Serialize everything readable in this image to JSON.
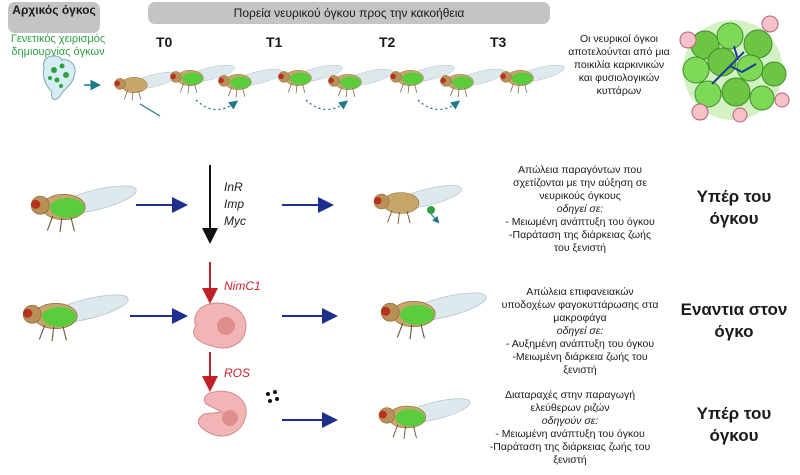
{
  "header": {
    "original_tumor": "Αρχικός όγκος",
    "progression": "Πορεία νευρικού όγκου προς την κακοήθεια",
    "genetic_manipulation": "Γενετικός χειρισμός δημιουργίας όγκων",
    "timepoints": [
      "T0",
      "T1",
      "T2",
      "T3"
    ]
  },
  "tumor_note": "Οι νευρικοί όγκοι αποτελούνται από μια ποικιλία καρκινικών και φυσιολογικών κυττάρων",
  "rows": [
    {
      "genes": [
        "InR",
        "Imp",
        "Myc"
      ],
      "desc_line1": "Απώλεια παραγόντων που σχετίζονται με την αύξηση σε νευρικούς όγκους",
      "desc_leads": "οδηγεί σε:",
      "desc_point1": "- Μειωμένη ανάπτυξη του όγκου",
      "desc_point2": "-Παράταση της διάρκειας ζωής του ξενιστή",
      "verdict": "Υπέρ του όγκου"
    },
    {
      "gene": "NimC1",
      "desc_line1": "Απώλεια επιφανειακών υποδοχέων φαγοκυττάρωσης στα μακροφάγα",
      "desc_leads": "οδηγεί σε:",
      "desc_point1": "- Αυξημένη ανάπτυξη του όγκου",
      "desc_point2": "-Μειωμένη διάρκεια ζωής του ξενιστή",
      "verdict": "Εναντια στον όγκο"
    },
    {
      "gene": "ROS",
      "desc_line1": "Διαταραχές στην παραγωγή ελεύθερων ριζών",
      "desc_leads": "οδηγούν σε:",
      "desc_point1": "- Μειωμένη ανάπτυξη του όγκου",
      "desc_point2": "-Παράταση της διάρκειας ζωής του ξενιστή",
      "verdict": "Υπέρ του όγκου"
    }
  ],
  "colors": {
    "tumor_green": "#4cd137",
    "fly_body": "#c8a66a",
    "arrow_blue": "#1f2f8f",
    "arrow_red": "#c0202a",
    "macrophage": "#f2b5b5",
    "header_pill": "#c4c4c4"
  }
}
